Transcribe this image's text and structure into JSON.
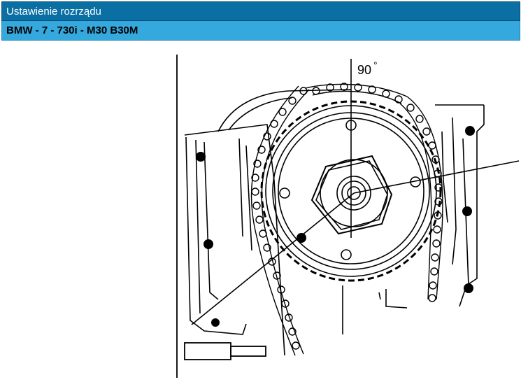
{
  "header": {
    "title": "Ustawienie rozrządu",
    "vehicle": "BMW - 7 - 730i - M30 B30M"
  },
  "diagram": {
    "angle_label": "90",
    "degree_symbol": "°",
    "icon": "timing-chain-sprocket-illustration"
  },
  "colors": {
    "title_bar": "#0a6fa3",
    "sub_bar": "#35a8dd"
  }
}
